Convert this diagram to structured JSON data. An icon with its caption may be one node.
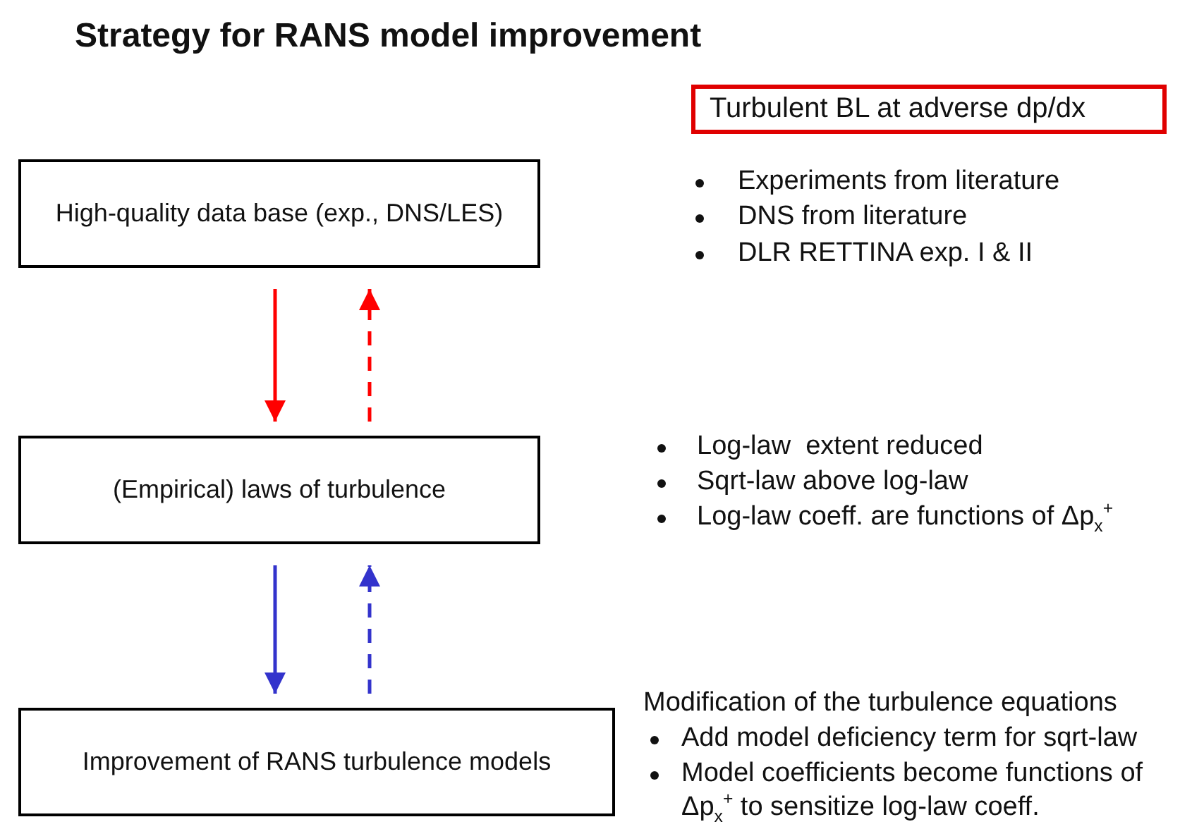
{
  "diagram": {
    "title": "Strategy for RANS model improvement",
    "nodes": [
      {
        "text": [
          "High-quality data base (exp., DNS/LES)"
        ]
      },
      {
        "text": [
          "(Empirical) laws of turbulence"
        ]
      },
      {
        "text": [
          "Improvement of RANS turbulence models"
        ]
      },
      {
        "text": [
          "Turbulent BL at adverse dp/dx"
        ]
      }
    ],
    "edges": [
      {
        "from": 0,
        "to": 1,
        "arrow": "to",
        "color": "#ff0000"
      },
      {
        "from": 1,
        "to": 0,
        "arrow": "to",
        "style": "dashed",
        "color": "#ff0000"
      },
      {
        "from": 1,
        "to": 2,
        "arrow": "to",
        "color": "#3333cc"
      },
      {
        "from": 2,
        "to": 1,
        "arrow": "to",
        "style": "dashed",
        "color": "#3333cc"
      }
    ],
    "labels": [
      "Experiments from literature",
      "DNS from literature",
      "DLR RETTINA exp. I & II",
      "Log-law  extent reduced",
      "Sqrt-law above log-law",
      "Log-law coeff. are functions of Δp$_{x}$$^{+}$",
      "Modification of the turbulence equations",
      "Add model deficiency term for sqrt-law",
      "Model coefficients become functions of Δp$_{x}$$^{+}$ to sensitize log-law coeff."
    ]
  }
}
